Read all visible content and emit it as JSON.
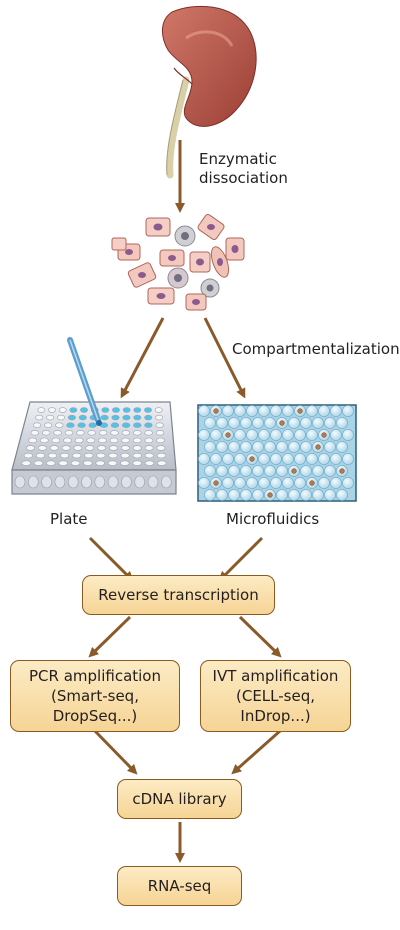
{
  "labels": {
    "enzymatic": "Enzymatic\ndissociation",
    "compartment": "Compartmentalization",
    "plate": "Plate",
    "microfluidics": "Microfluidics"
  },
  "boxes": {
    "rt": "Reverse transcription",
    "pcr": "PCR amplification\n(Smart-seq,\nDropSeq...)",
    "ivt": "IVT amplification\n(CELL-seq,\nInDrop...)",
    "cdna": "cDNA library",
    "rnaseq": "RNA-seq"
  },
  "colors": {
    "arrow": "#8b5a2b",
    "box_fill": "#f9dfa8",
    "box_border": "#8a5a23",
    "kidney": "#b8564b",
    "ureter": "#d9cfa9",
    "well_blue": "#4fc3e8",
    "droplet": "#c9e6f2"
  }
}
